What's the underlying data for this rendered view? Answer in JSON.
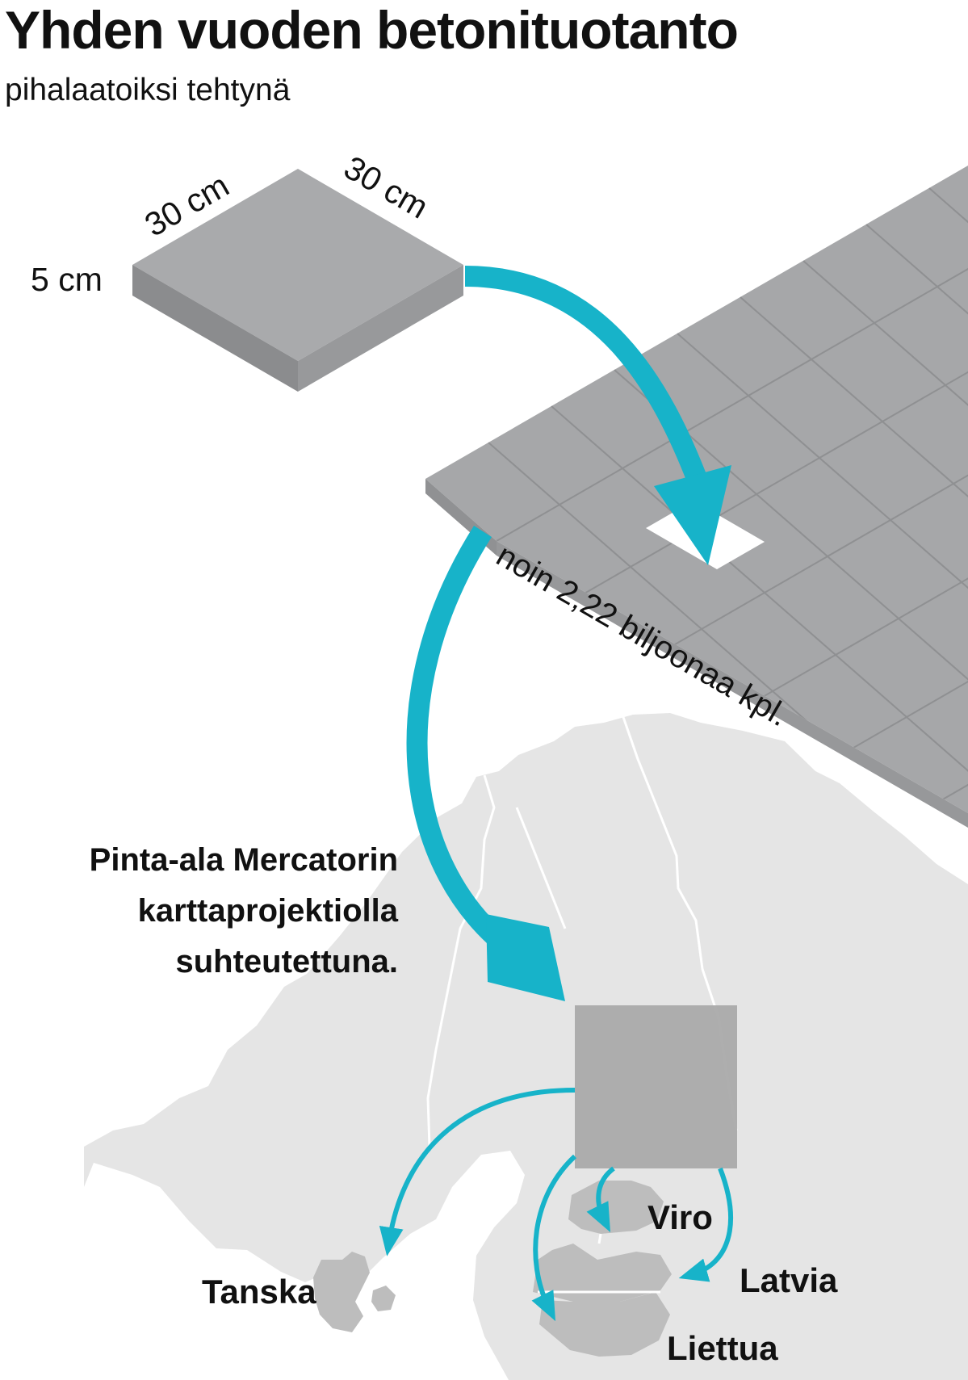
{
  "header": {
    "title": "Yhden vuoden betonituotanto",
    "subtitle": "pihalaatoiksi tehtynä"
  },
  "slab": {
    "width_label": "30 cm",
    "depth_label": "30 cm",
    "height_label": "5 cm"
  },
  "pavement": {
    "count_label": "noin 2,22 biljoonaa kpl."
  },
  "map_note": {
    "lines": [
      "Pinta-ala Mercatorin",
      "karttaprojektiolla",
      "suhteutettuna."
    ]
  },
  "countries": {
    "denmark": "Tanska",
    "estonia": "Viro",
    "latvia": "Latvia",
    "lithuania": "Liettua"
  },
  "colors": {
    "accent": "#17b3c9",
    "slab_top": "#a9aaac",
    "slab_left": "#8b8c8e",
    "slab_right": "#98999b",
    "map_land": "#e5e5e5",
    "map_highlight": "#b9b9b9",
    "area_square": "#aaaaaa",
    "text": "#111111"
  }
}
